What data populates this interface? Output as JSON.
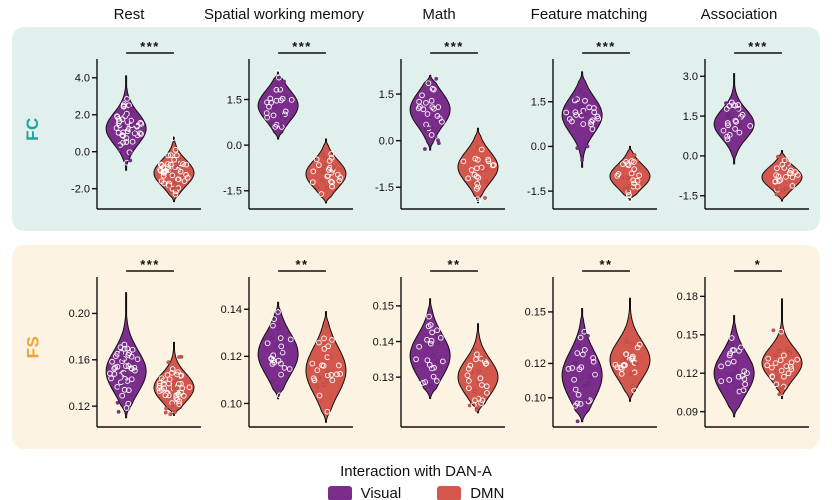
{
  "column_titles": [
    "Rest",
    "Spatial working memory",
    "Math",
    "Feature matching",
    "Association"
  ],
  "legend": {
    "title": "Interaction with DAN-A",
    "items": [
      {
        "label": "Visual",
        "color": "#7b2d8b"
      },
      {
        "label": "DMN",
        "color": "#d4574d"
      }
    ]
  },
  "colors": {
    "visual": "#7b2d8b",
    "dmn": "#d4574d",
    "axis": "#111111",
    "point_stroke": "#ffffff"
  },
  "chart_data": {
    "type": "violin",
    "legend_position": "bottom",
    "grid": false,
    "panels": [
      {
        "id": "FC",
        "label": "FC",
        "label_color": "#18a79f",
        "bg": "#e1efed",
        "plots": [
          {
            "title": "Rest",
            "significance": "***",
            "yticks": [
              "4.0",
              "2.0",
              "0.0",
              "-2.0"
            ],
            "ylim": [
              -3.1,
              4.8
            ],
            "violins": [
              {
                "group": "Visual",
                "center": 1.25,
                "spread": 0.85,
                "min": -1.0,
                "max": 4.1,
                "n_points": 60
              },
              {
                "group": "DMN",
                "center": -1.15,
                "spread": 0.7,
                "min": -2.7,
                "max": 0.8,
                "n_points": 60
              }
            ]
          },
          {
            "title": "Spatial working memory",
            "significance": "***",
            "yticks": [
              "1.5",
              "0.0",
              "-1.5"
            ],
            "ylim": [
              -2.1,
              2.7
            ],
            "violins": [
              {
                "group": "Visual",
                "center": 1.3,
                "spread": 0.5,
                "min": 0.2,
                "max": 2.4,
                "n_points": 30
              },
              {
                "group": "DMN",
                "center": -0.95,
                "spread": 0.45,
                "min": -1.9,
                "max": 0.2,
                "n_points": 30
              }
            ]
          },
          {
            "title": "Math",
            "significance": "***",
            "yticks": [
              "1.5",
              "0.0",
              "-1.5"
            ],
            "ylim": [
              -2.2,
              2.5
            ],
            "violins": [
              {
                "group": "Visual",
                "center": 1.0,
                "spread": 0.55,
                "min": -0.3,
                "max": 2.1,
                "n_points": 30
              },
              {
                "group": "DMN",
                "center": -0.85,
                "spread": 0.5,
                "min": -2.0,
                "max": 0.4,
                "n_points": 30
              }
            ]
          },
          {
            "title": "Feature matching",
            "significance": "***",
            "yticks": [
              "1.5",
              "0.0",
              "-1.5"
            ],
            "ylim": [
              -2.1,
              2.8
            ],
            "violins": [
              {
                "group": "Visual",
                "center": 1.05,
                "spread": 0.6,
                "min": -0.7,
                "max": 2.5,
                "n_points": 30
              },
              {
                "group": "DMN",
                "center": -1.0,
                "spread": 0.4,
                "min": -1.8,
                "max": 0.0,
                "n_points": 30
              }
            ]
          },
          {
            "title": "Association",
            "significance": "***",
            "yticks": [
              "3.0",
              "1.5",
              "0.0",
              "-1.5"
            ],
            "ylim": [
              -2.0,
              3.5
            ],
            "violins": [
              {
                "group": "Visual",
                "center": 1.2,
                "spread": 0.55,
                "min": -0.3,
                "max": 3.1,
                "n_points": 30
              },
              {
                "group": "DMN",
                "center": -0.8,
                "spread": 0.4,
                "min": -1.7,
                "max": 0.2,
                "n_points": 30
              }
            ]
          }
        ]
      },
      {
        "id": "FS",
        "label": "FS",
        "label_color": "#f0a332",
        "bg": "#fdf3e2",
        "plots": [
          {
            "title": "Rest",
            "significance": "***",
            "yticks": [
              "0.20",
              "0.16",
              "0.12"
            ],
            "ylim": [
              0.102,
              0.228
            ],
            "violins": [
              {
                "group": "Visual",
                "center": 0.15,
                "spread": 0.018,
                "min": 0.11,
                "max": 0.218,
                "n_points": 60
              },
              {
                "group": "DMN",
                "center": 0.136,
                "spread": 0.012,
                "min": 0.112,
                "max": 0.175,
                "n_points": 60
              }
            ]
          },
          {
            "title": "Spatial working memory",
            "significance": "**",
            "yticks": [
              "0.14",
              "0.12",
              "0.10"
            ],
            "ylim": [
              0.09,
              0.152
            ],
            "violins": [
              {
                "group": "Visual",
                "center": 0.121,
                "spread": 0.009,
                "min": 0.102,
                "max": 0.143,
                "n_points": 30
              },
              {
                "group": "DMN",
                "center": 0.114,
                "spread": 0.01,
                "min": 0.092,
                "max": 0.139,
                "n_points": 30
              }
            ]
          },
          {
            "title": "Math",
            "significance": "**",
            "yticks": [
              "0.15",
              "0.14",
              "0.13"
            ],
            "ylim": [
              0.116,
              0.157
            ],
            "violins": [
              {
                "group": "Visual",
                "center": 0.136,
                "spread": 0.006,
                "min": 0.124,
                "max": 0.152,
                "n_points": 30
              },
              {
                "group": "DMN",
                "center": 0.13,
                "spread": 0.005,
                "min": 0.12,
                "max": 0.145,
                "n_points": 30
              }
            ]
          },
          {
            "title": "Feature matching",
            "significance": "**",
            "yticks": [
              "0.15",
              "0.12",
              "0.10"
            ],
            "ylim": [
              0.083,
              0.168
            ],
            "violins": [
              {
                "group": "Visual",
                "center": 0.113,
                "spread": 0.014,
                "min": 0.086,
                "max": 0.152,
                "n_points": 30
              },
              {
                "group": "DMN",
                "center": 0.122,
                "spread": 0.011,
                "min": 0.098,
                "max": 0.158,
                "n_points": 30
              }
            ]
          },
          {
            "title": "Association",
            "significance": "*",
            "yticks": [
              "0.18",
              "0.15",
              "0.12",
              "0.09"
            ],
            "ylim": [
              0.078,
              0.192
            ],
            "violins": [
              {
                "group": "Visual",
                "center": 0.12,
                "spread": 0.016,
                "min": 0.086,
                "max": 0.165,
                "n_points": 30
              },
              {
                "group": "DMN",
                "center": 0.128,
                "spread": 0.012,
                "min": 0.1,
                "max": 0.178,
                "n_points": 30
              }
            ]
          }
        ]
      }
    ]
  }
}
